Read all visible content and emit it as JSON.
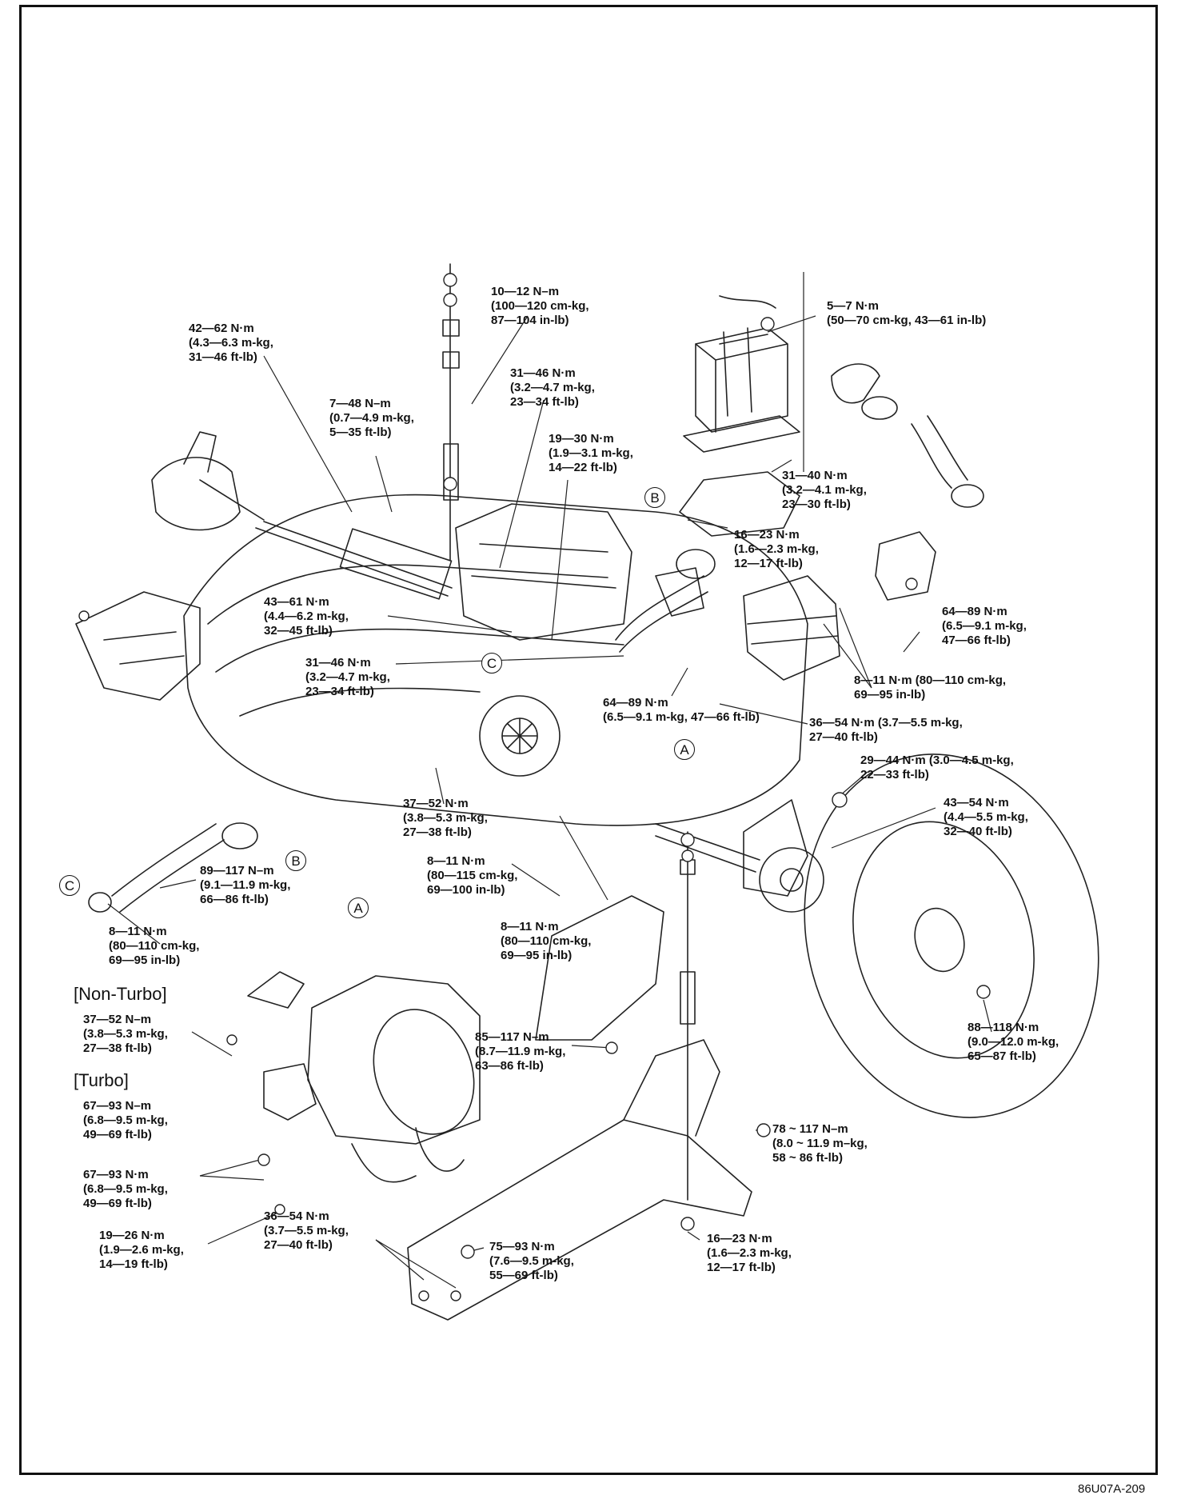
{
  "diagram_code": "86U07A-209",
  "section_labels": {
    "non_turbo": "[Non-Turbo]",
    "turbo": "[Turbo]"
  },
  "reference_marks": {
    "a": "A",
    "b": "B",
    "c": "C"
  },
  "torque_specs": [
    {
      "id": "t01",
      "lines": [
        "10—12 N–m",
        "(100—120 cm-kg,",
        "87—104 in-lb)"
      ]
    },
    {
      "id": "t02",
      "lines": [
        "5—7 N·m",
        "(50—70 cm-kg, 43—61 in-lb)"
      ]
    },
    {
      "id": "t03",
      "lines": [
        "42—62 N·m",
        "(4.3—6.3 m-kg,",
        "31—46 ft-lb)"
      ]
    },
    {
      "id": "t04",
      "lines": [
        "31—46 N·m",
        "(3.2—4.7 m-kg,",
        "23—34 ft-lb)"
      ]
    },
    {
      "id": "t05",
      "lines": [
        "7—48 N–m",
        "(0.7—4.9 m-kg,",
        "5—35 ft-lb)"
      ]
    },
    {
      "id": "t06",
      "lines": [
        "19—30 N·m",
        "(1.9—3.1 m-kg,",
        "14—22 ft-lb)"
      ]
    },
    {
      "id": "t07",
      "lines": [
        "31—40 N·m",
        "(3.2—4.1 m-kg,",
        "23—30 ft-lb)"
      ]
    },
    {
      "id": "t08",
      "lines": [
        "16—23 N·m",
        "(1.6—2.3 m-kg,",
        "12—17 ft-lb)"
      ]
    },
    {
      "id": "t09",
      "lines": [
        "43—61 N·m",
        "(4.4—6.2 m-kg,",
        "32—45 ft-lb)"
      ]
    },
    {
      "id": "t10",
      "lines": [
        "64—89 N·m",
        "(6.5—9.1 m-kg,",
        "47—66 ft-lb)"
      ]
    },
    {
      "id": "t11",
      "lines": [
        "31—46 N·m",
        "(3.2—4.7 m-kg,",
        "23—34 ft-lb)"
      ]
    },
    {
      "id": "t12",
      "lines": [
        "8—11 N·m (80—110 cm-kg,",
        "69—95 in-lb)"
      ]
    },
    {
      "id": "t13",
      "lines": [
        "64—89 N·m",
        "(6.5—9.1 m-kg, 47—66 ft-lb)"
      ]
    },
    {
      "id": "t14",
      "lines": [
        "36—54 N·m (3.7—5.5 m-kg,",
        "27—40 ft-lb)"
      ]
    },
    {
      "id": "t15",
      "lines": [
        "29—44 N·m (3.0—4.5 m-kg,",
        "22—33 ft-lb)"
      ]
    },
    {
      "id": "t16",
      "lines": [
        "37—52 N·m",
        "(3.8—5.3 m-kg,",
        "27—38 ft-lb)"
      ]
    },
    {
      "id": "t17",
      "lines": [
        "43—54 N·m",
        "(4.4—5.5 m-kg,",
        "32—40 ft-lb)"
      ]
    },
    {
      "id": "t18",
      "lines": [
        "8—11 N·m",
        "(80—115 cm-kg,",
        "69—100 in-lb)"
      ]
    },
    {
      "id": "t19",
      "lines": [
        "89—117 N–m",
        "(9.1—11.9 m-kg,",
        "66—86 ft-lb)"
      ]
    },
    {
      "id": "t20",
      "lines": [
        "8—11 N·m",
        "(80—110 cm-kg,",
        "69—95 in-lb)"
      ]
    },
    {
      "id": "t21",
      "lines": [
        "8—11 N·m",
        "(80—110 cm-kg,",
        "69—95 in-lb)"
      ]
    },
    {
      "id": "t22",
      "lines": [
        "37—52 N–m",
        "(3.8—5.3 m-kg,",
        "27—38 ft-lb)"
      ]
    },
    {
      "id": "t23",
      "lines": [
        "85—117 N–m",
        "(8.7—11.9 m-kg,",
        "63—86 ft-lb)"
      ]
    },
    {
      "id": "t24",
      "lines": [
        "88—118 N·m",
        "(9.0—12.0 m-kg,",
        "65—87 ft-lb)"
      ]
    },
    {
      "id": "t25",
      "lines": [
        "67—93 N–m",
        "(6.8—9.5 m-kg,",
        "49—69 ft-lb)"
      ]
    },
    {
      "id": "t26",
      "lines": [
        "78 ~ 117 N–m",
        "(8.0 ~ 11.9 m–kg,",
        "58 ~ 86 ft-lb)"
      ]
    },
    {
      "id": "t27",
      "lines": [
        "67—93 N·m",
        "(6.8—9.5 m-kg,",
        "49—69 ft-lb)"
      ]
    },
    {
      "id": "t28",
      "lines": [
        "19—26 N·m",
        "(1.9—2.6 m-kg,",
        "14—19 ft-lb)"
      ]
    },
    {
      "id": "t29",
      "lines": [
        "36—54 N·m",
        "(3.7—5.5 m-kg,",
        "27—40 ft-lb)"
      ]
    },
    {
      "id": "t30",
      "lines": [
        "75—93 N·m",
        "(7.6—9.5 m-kg,",
        "55—69 ft-lb)"
      ]
    },
    {
      "id": "t31",
      "lines": [
        "16—23 N·m",
        "(1.6—2.3 m-kg,",
        "12—17 ft-lb)"
      ]
    }
  ]
}
